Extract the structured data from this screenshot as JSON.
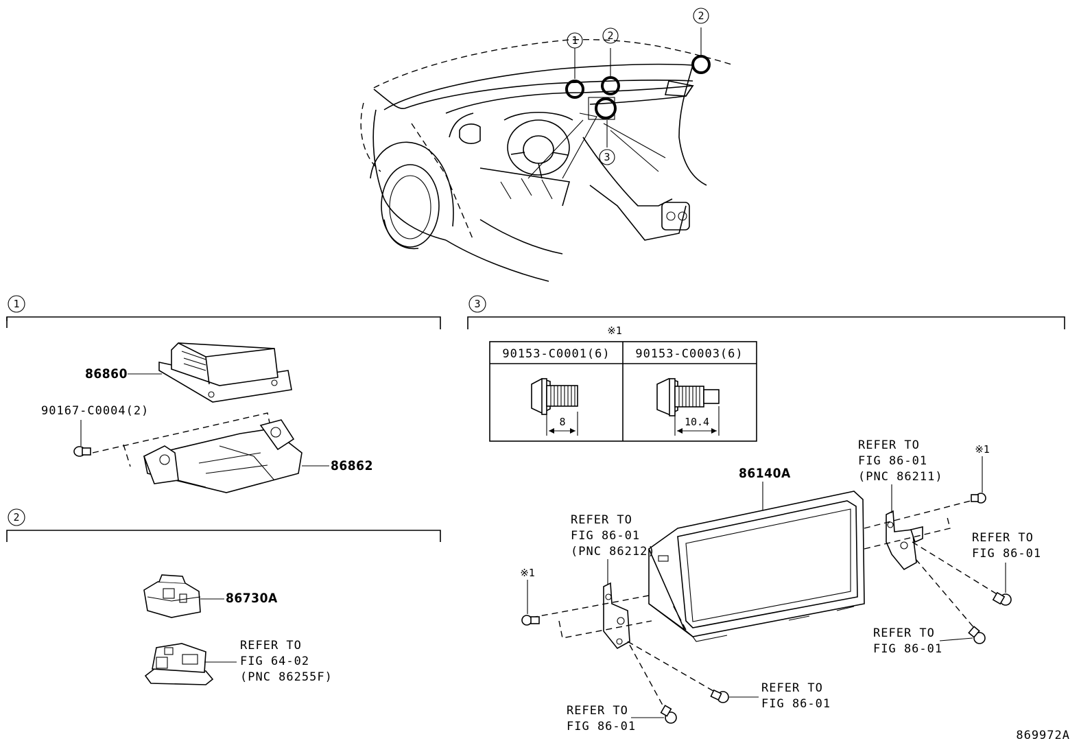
{
  "overview": {
    "callouts": [
      "1",
      "2",
      "2",
      "3"
    ]
  },
  "section1": {
    "number": "1",
    "parts": {
      "module": "86860",
      "bolt": "90167-C0004(2)",
      "bracket": "86862"
    }
  },
  "section2": {
    "number": "2",
    "parts": {
      "switch": "86730A",
      "refer_line1": "REFER TO",
      "refer_line2": "FIG 64-02",
      "refer_line3": "(PNC 86255F)"
    }
  },
  "section3": {
    "number": "3",
    "note_mark": "※1",
    "table": {
      "col1_header": "90153-C0001(6)",
      "col2_header": "90153-C0003(6)",
      "col1_dim": "8",
      "col2_dim": "10.4"
    },
    "parts": {
      "display": "86140A",
      "note_left": "※1",
      "note_right": "※1",
      "refer_top_right_1": "REFER TO",
      "refer_top_right_2": "FIG 86-01",
      "refer_top_right_3": "(PNC 86211)",
      "refer_left_1": "REFER TO",
      "refer_left_2": "FIG 86-01",
      "refer_left_3": "(PNC 86212)",
      "refer_right_1": "REFER TO",
      "refer_right_2": "FIG 86-01",
      "refer_lower_right_1": "REFER TO",
      "refer_lower_right_2": "FIG 86-01",
      "refer_bottom_mid_1": "REFER TO",
      "refer_bottom_mid_2": "FIG 86-01",
      "refer_bottom_left_1": "REFER TO",
      "refer_bottom_left_2": "FIG 86-01"
    }
  },
  "figure_id": "869972A"
}
